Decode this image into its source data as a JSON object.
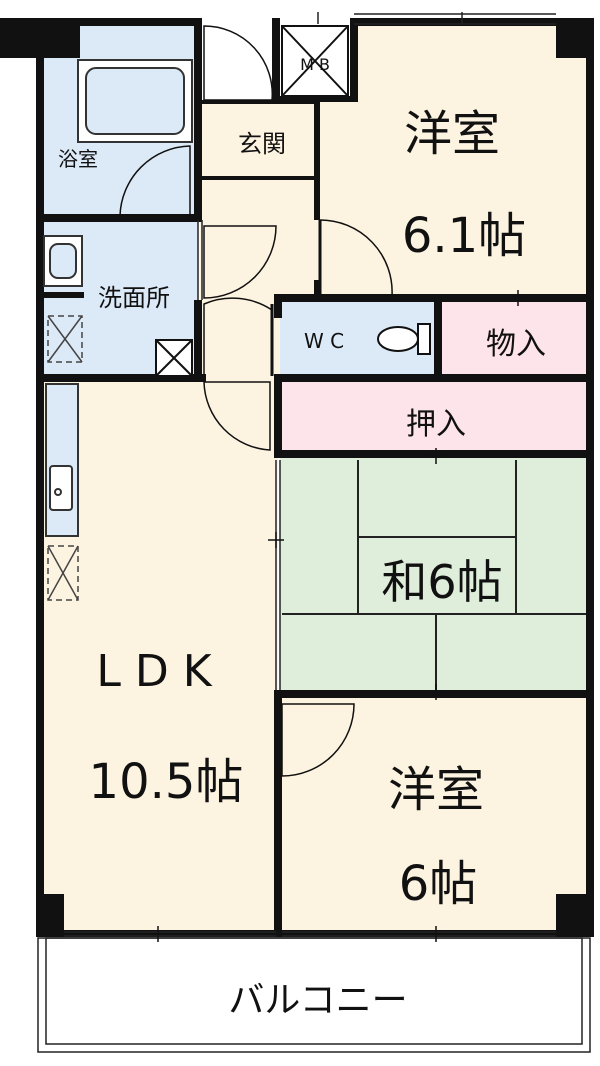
{
  "rooms": {
    "bath": "浴室",
    "entrance": "玄関",
    "mb": "M B",
    "western_room_1_name": "洋室",
    "western_room_1_size": "6.1帖",
    "washroom": "洗面所",
    "wc": "W C",
    "storage": "物入",
    "closet": "押入",
    "japanese_room": "和6帖",
    "ldk_name": "L D K",
    "ldk_size": "10.5帖",
    "western_room_2_name": "洋室",
    "western_room_2_size": "6帖",
    "balcony": "バルコニー"
  },
  "colors": {
    "wall": "#111111",
    "living_floor": "#fdf3e1",
    "wet_area": "#dceaf8",
    "closet": "#fde3ea",
    "tatami": "#dfeeda",
    "background": "#ffffff"
  }
}
